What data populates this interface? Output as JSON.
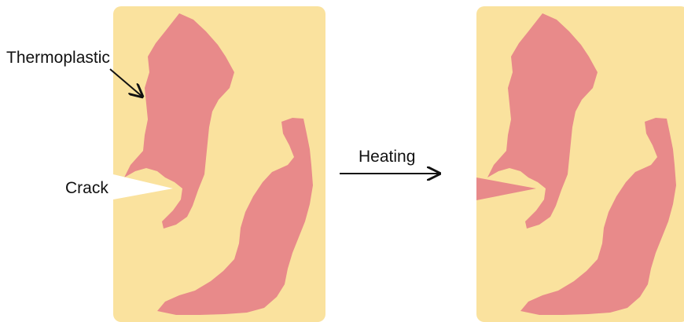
{
  "labels": {
    "thermoplastic": "Thermoplastic",
    "crack": "Crack",
    "heating": "Heating"
  },
  "colors": {
    "matrix": "#fae29e",
    "thermoplastic": "#e88a8a",
    "crack": "#ffffff",
    "crack_healed": "#e88a8a",
    "arrow": "#111111"
  }
}
